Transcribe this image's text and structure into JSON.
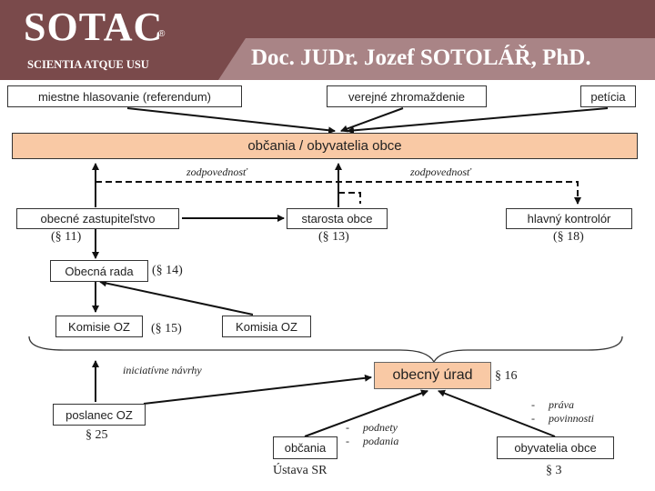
{
  "header": {
    "logo_text": "SOTAC",
    "logo_tagline": "SCIENTIA ATQUE USU",
    "logo_reg": "®",
    "author": "Doc. JUDr. Jozef SOTOLÁŘ, PhD."
  },
  "boxes": {
    "referendum": "miestne hlasovanie (referendum)",
    "assembly": "verejné zhromaždenie",
    "petition": "petícia",
    "citizens": "občania / obyvatelia obce",
    "council": "obecné zastupiteľstvo",
    "mayor": "starosta obce",
    "controller": "hlavný kontrolór",
    "municipal_board": "Obecná rada",
    "committees": "Komisie OZ",
    "committee": "Komisia OZ",
    "office": "obecný úrad",
    "deputy": "poslanec OZ",
    "citizen": "občania",
    "residents": "obyvatelia obce"
  },
  "labels": {
    "council_ref": "(§ 11)",
    "mayor_ref": "(§ 13)",
    "controller_ref": "(§ 18)",
    "board_ref": "(§ 14)",
    "committees_ref": "(§ 15)",
    "office_ref": "§ 16",
    "deputy_ref": "§ 25",
    "constitution": "Ústava SR",
    "residents_ref": "§ 3",
    "responsibility_1": "zodpovednosť",
    "responsibility_2": "zodpovednosť",
    "initiative": "iniciatívne návrhy",
    "citizens_list": [
      "podnety",
      "podania"
    ],
    "residents_list": [
      "práva",
      "povinnosti"
    ]
  },
  "colors": {
    "header": "#7a4a4b",
    "highlight": "#f9c9a5"
  }
}
